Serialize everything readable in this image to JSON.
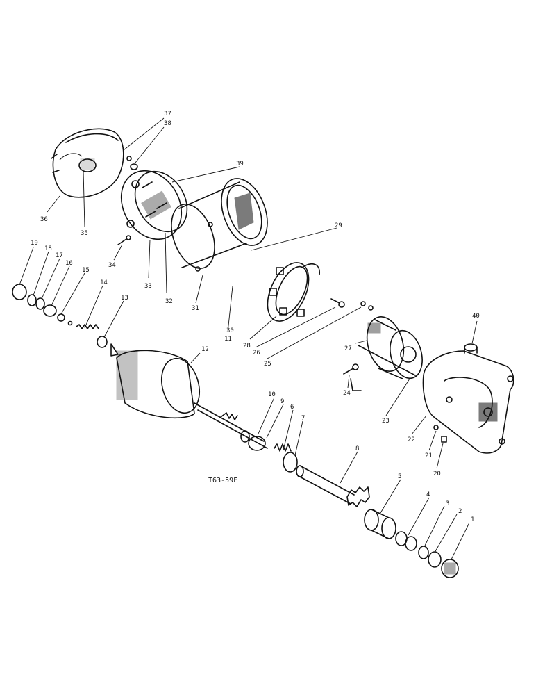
{
  "drawing_code": "T63-59F",
  "callouts": [
    "1",
    "2",
    "3",
    "4",
    "5",
    "6",
    "7",
    "8",
    "9",
    "10",
    "11",
    "12",
    "13",
    "14",
    "15",
    "16",
    "17",
    "18",
    "19",
    "20",
    "21",
    "22",
    "23",
    "24",
    "25",
    "26",
    "27",
    "28",
    "29",
    "30",
    "31",
    "32",
    "33",
    "34",
    "35",
    "36",
    "37",
    "38",
    "39",
    "40"
  ]
}
